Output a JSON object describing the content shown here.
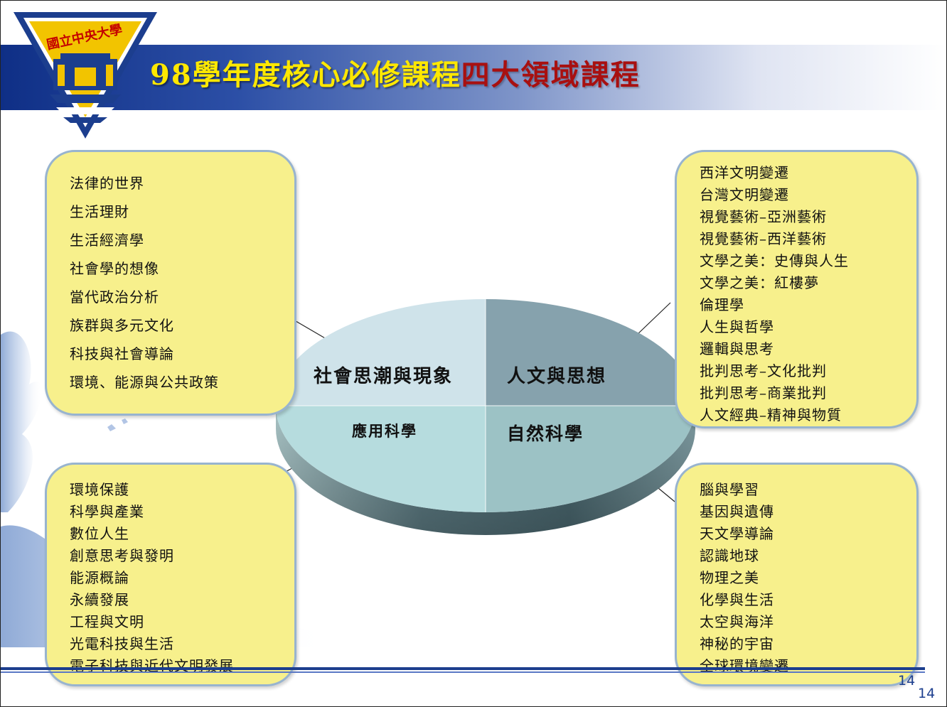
{
  "header": {
    "title_part1": "98學年度核心必修課程",
    "title_part2": "四大領域課程",
    "logo_text": "國立中央大學"
  },
  "diagram": {
    "quadrants": {
      "top_left": "社會思潮與現象",
      "top_right": "人文與思想",
      "bottom_left": "應用科學",
      "bottom_right": "自然科學"
    },
    "colors": {
      "top_left": "#cfe3ea",
      "top_right": "#86a2ad",
      "bottom_left": "#b6dcde",
      "bottom_right": "#9cc2c5",
      "box_fill": "#f7f08c",
      "box_border": "#98b4cf"
    }
  },
  "boxes": {
    "social": [
      "法律的世界",
      "生活理財",
      "生活經濟學",
      "社會學的想像",
      "當代政治分析",
      "族群與多元文化",
      "科技與社會導論",
      "環境、能源與公共政策"
    ],
    "humanities": [
      "西洋文明變遷",
      "台灣文明變遷",
      "視覺藝術–亞洲藝術",
      "視覺藝術–西洋藝術",
      "文學之美：史傳與人生",
      "文學之美：紅樓夢",
      "倫理學",
      "人生與哲學",
      "邏輯與思考",
      "批判思考–文化批判",
      "批判思考–商業批判",
      "人文經典–精神與物質"
    ],
    "applied": [
      "環境保護",
      "科學與產業",
      "數位人生",
      "創意思考與發明",
      "能源概論",
      "永續發展",
      "工程與文明",
      "光電科技與生活",
      "電子科技與近代文明發展"
    ],
    "nature": [
      "腦與學習",
      "基因與遺傳",
      "天文學導論",
      "認識地球",
      "物理之美",
      "化學與生活",
      "太空與海洋",
      "神秘的宇宙",
      "全球環境變遷"
    ]
  },
  "footer": {
    "page_number_a": "14",
    "page_number_b": "14"
  }
}
